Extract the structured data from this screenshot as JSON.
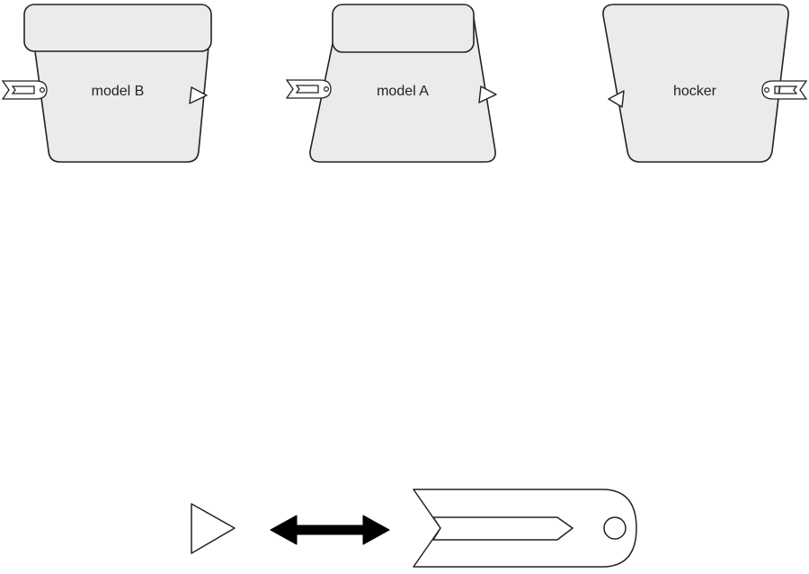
{
  "diagram": {
    "units": [
      {
        "name": "model-b",
        "label": "model B",
        "has_lid": true
      },
      {
        "name": "model-a",
        "label": "model A",
        "has_lid": true
      },
      {
        "name": "hocker",
        "label": "hocker",
        "has_lid": false
      }
    ],
    "legend": {
      "items": [
        "triangle-marker-icon",
        "double-arrow-icon",
        "clip-connector-icon"
      ]
    }
  },
  "colors": {
    "unit_fill": "#ebebeb",
    "stroke": "#222222",
    "marker_fill": "#ffffff",
    "arrow_fill": "#000000"
  }
}
